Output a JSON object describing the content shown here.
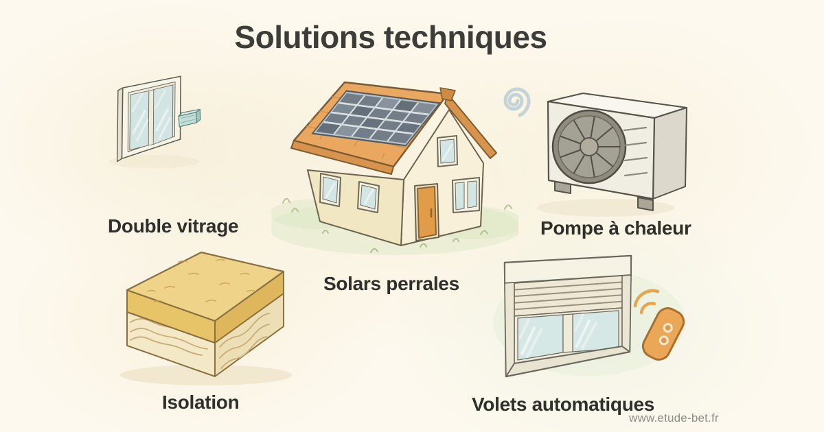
{
  "title": "Solutions techniques",
  "watermark": "www.etude-bet.fr",
  "items": [
    {
      "id": "double-vitrage",
      "label": "Double vitrage"
    },
    {
      "id": "solar-panels",
      "label": "Solars perrales"
    },
    {
      "id": "heat-pump",
      "label": "Pompe à chaleur"
    },
    {
      "id": "insulation",
      "label": "Isolation"
    },
    {
      "id": "auto-shutters",
      "label": "Volets automatiques"
    }
  ],
  "colors": {
    "background": "#fdf9ee",
    "title": "#3c3c39",
    "label": "#2f2f2c",
    "watermark": "#8e8e87",
    "roof": "#e9a75f",
    "wall": "#f2e7c3",
    "glass": "#d4e6e3",
    "solar_cell": "#727d88",
    "insulation_gold": "#eed389",
    "heat_pump_body": "#f0ede2",
    "remote": "#e9a757",
    "swirl": "#b9cdd3",
    "grass": "#dee9c8"
  }
}
